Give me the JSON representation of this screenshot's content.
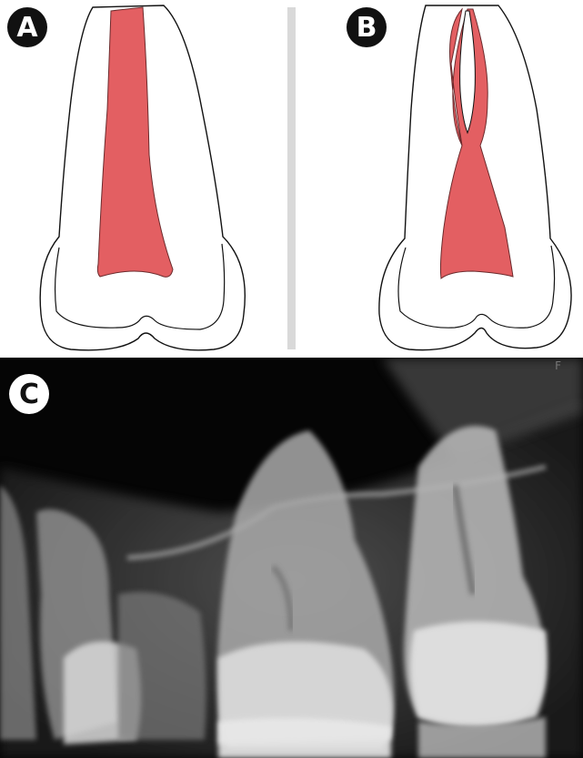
{
  "panels": [
    {
      "label": "A",
      "type": "diagram"
    },
    {
      "label": "B",
      "type": "diagram"
    },
    {
      "label": "C",
      "type": "radiograph",
      "corner_mark": "F"
    }
  ],
  "colors": {
    "pulp": "#e35f62",
    "outline": "#111111",
    "divider": "#d9d9d9",
    "xray_background": "#050505"
  }
}
